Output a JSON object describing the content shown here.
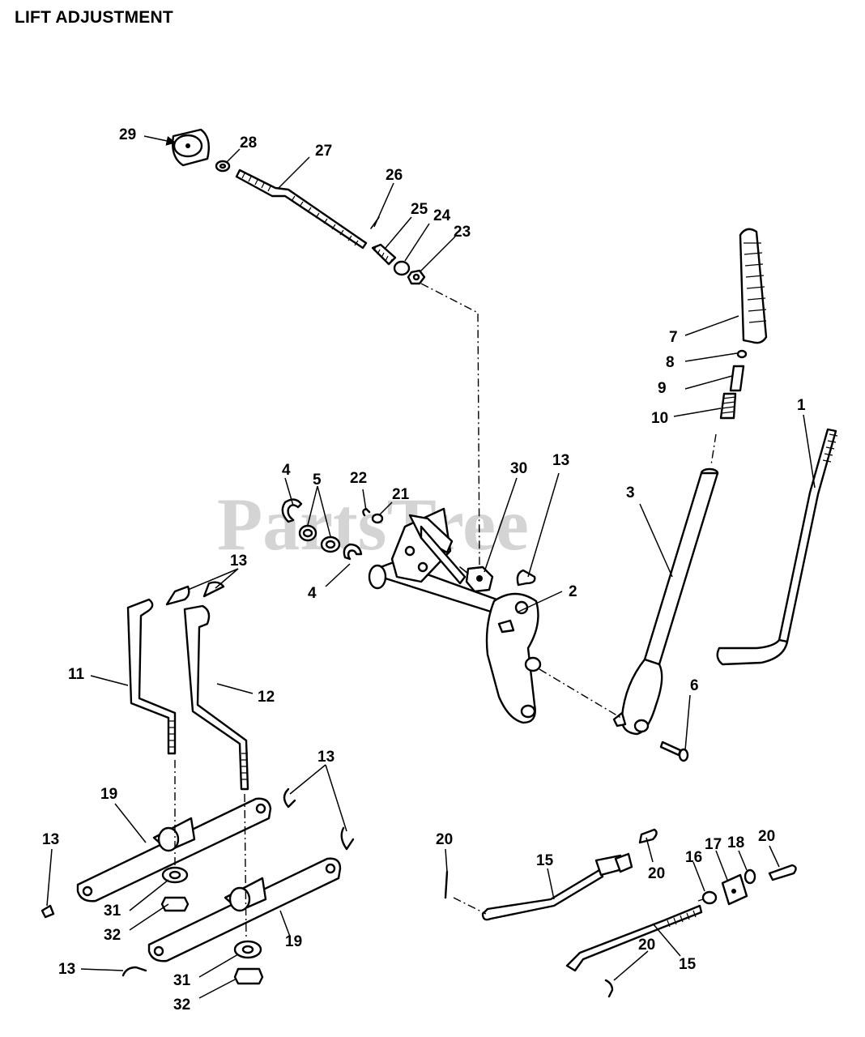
{
  "title": "LIFT ADJUSTMENT",
  "watermark": "PartsTree",
  "callouts": [
    "1",
    "2",
    "3",
    "4",
    "5",
    "6",
    "7",
    "8",
    "9",
    "10",
    "11",
    "12",
    "13",
    "15",
    "16",
    "17",
    "18",
    "19",
    "20",
    "21",
    "22",
    "23",
    "24",
    "25",
    "26",
    "27",
    "28",
    "29",
    "30",
    "31",
    "32"
  ]
}
